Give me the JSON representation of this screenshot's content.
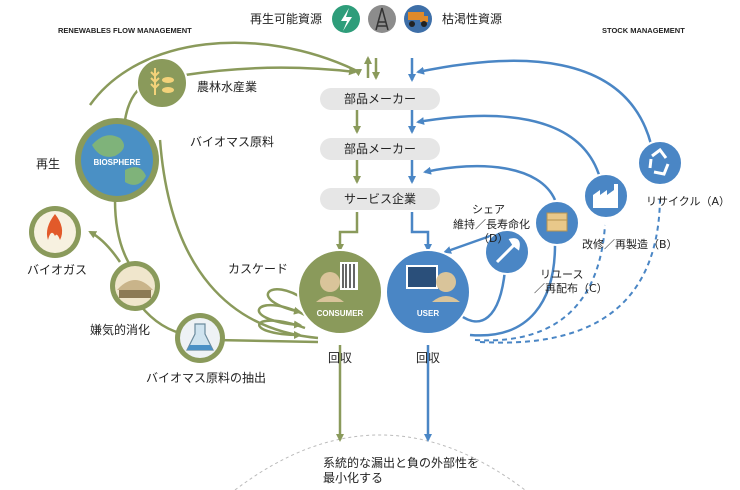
{
  "header": {
    "left_title": "RENEWABLES FLOW MANAGEMENT",
    "right_title": "STOCK MANAGEMENT",
    "renewable_resource": "再生可能資源",
    "finite_resource": "枯渇性資源"
  },
  "boxes": {
    "parts_maker_1": "部品メーカー",
    "parts_maker_2": "部品メーカー",
    "service_provider": "サービス企業"
  },
  "left": {
    "agriculture": "農林水産業",
    "biomass_material": "バイオマス原料",
    "regeneration": "再生",
    "biosphere": "BIOSPHERE",
    "biogas": "バイオガス",
    "anaerobic_digestion": "嫌気的消化",
    "biomass_extraction": "バイオマス原料の抽出",
    "cascade": "カスケード",
    "consumer": "CONSUMER",
    "collection": "回収"
  },
  "right": {
    "share": "シェア",
    "maintain": "維持／長寿命化",
    "maintain_letter": "（D）",
    "reuse": "リユース",
    "redistribute": "／再配布（C）",
    "remanufacture": "改修／再製造（B）",
    "recycle": "リサイクル（A）",
    "user": "USER",
    "collection": "回収"
  },
  "bottom": {
    "line1": "系統的な漏出と負の外部性を",
    "line2": "最小化する"
  },
  "colors": {
    "green": "#8a9a5b",
    "blue": "#4a86c5",
    "box": "#e6e6e6"
  }
}
